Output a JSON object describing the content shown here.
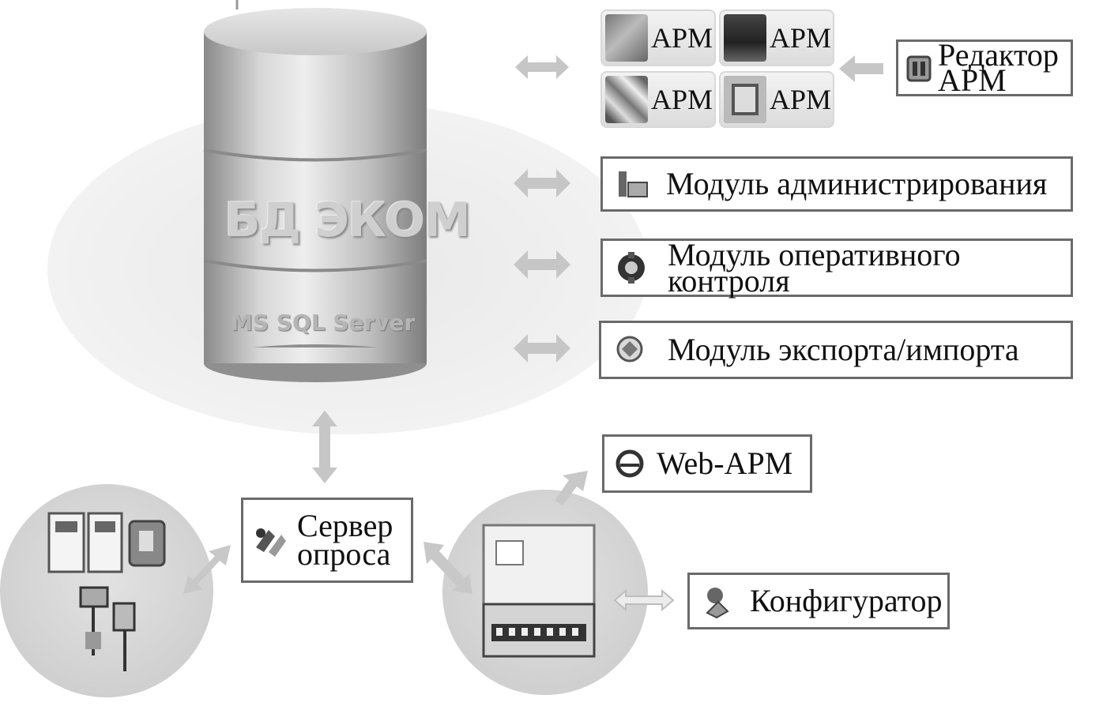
{
  "database": {
    "title": "БД ЭКОМ",
    "subtitle": "MS SQL Server"
  },
  "arm_tiles": [
    {
      "label": "АРМ"
    },
    {
      "label": "АРМ"
    },
    {
      "label": "АРМ"
    },
    {
      "label": "АРМ"
    }
  ],
  "arm_editor": {
    "line1": "Редактор",
    "line2": "АРМ"
  },
  "modules": {
    "admin": "Модуль администрирования",
    "operative_line1": "Модуль оперативного",
    "operative_line2": "контроля",
    "export": "Модуль экспорта/импорта"
  },
  "web_arm": "Web-АРМ",
  "poll_server": {
    "line1": "Сервер",
    "line2": "опроса"
  },
  "configurator": "Конфигуратор",
  "icons": [
    "arm-landscape-icon",
    "arm-building-icon",
    "arm-tools-icon",
    "arm-window-icon",
    "arm-editor-icon",
    "admin-module-icon",
    "operative-control-icon",
    "export-import-icon",
    "web-browser-icon",
    "poll-server-icon",
    "configurator-icon",
    "meters-icon",
    "controller-device-icon"
  ]
}
